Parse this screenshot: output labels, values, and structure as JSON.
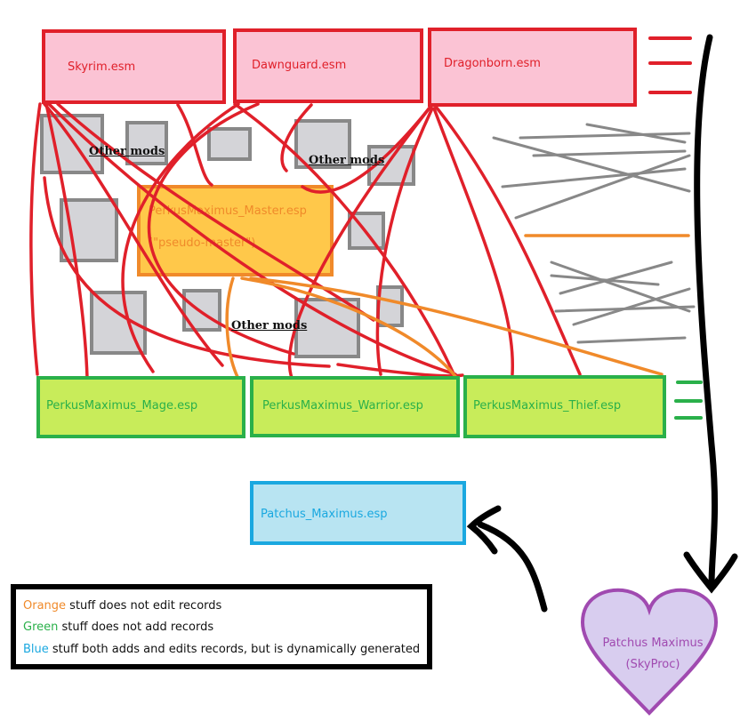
{
  "masters": [
    {
      "label": "Skyrim.esm"
    },
    {
      "label": "Dawnguard.esm"
    },
    {
      "label": "Dragonborn.esm"
    }
  ],
  "pseudo_master": {
    "label": "PerkusMaximus_Master.esp",
    "sublabel": "(\"pseudo-master\")"
  },
  "plugins": [
    {
      "label": "PerkusMaximus_Mage.esp"
    },
    {
      "label": "PerkusMaximus_Warrior.esp"
    },
    {
      "label": "PerkusMaximus_Thief.esp"
    }
  ],
  "patch": {
    "label": "Patchus_Maximus.esp"
  },
  "other_mods_label": "Other mods",
  "generator": {
    "line1": "Patchus Maximus",
    "line2": "(SkyProc)"
  },
  "legend": {
    "orange_word": "Orange",
    "orange_rest": " stuff does not edit records",
    "green_word": "Green",
    "green_rest": " stuff does not add records",
    "blue_word": "Blue",
    "blue_rest": " stuff both adds and edits records, but is dynamically generated"
  },
  "colors": {
    "red": "#e0202a",
    "orange": "#f08a2a",
    "green": "#2ab04a",
    "blue": "#1aa8e0",
    "purple": "#a04ab0",
    "gray": "#888888"
  }
}
